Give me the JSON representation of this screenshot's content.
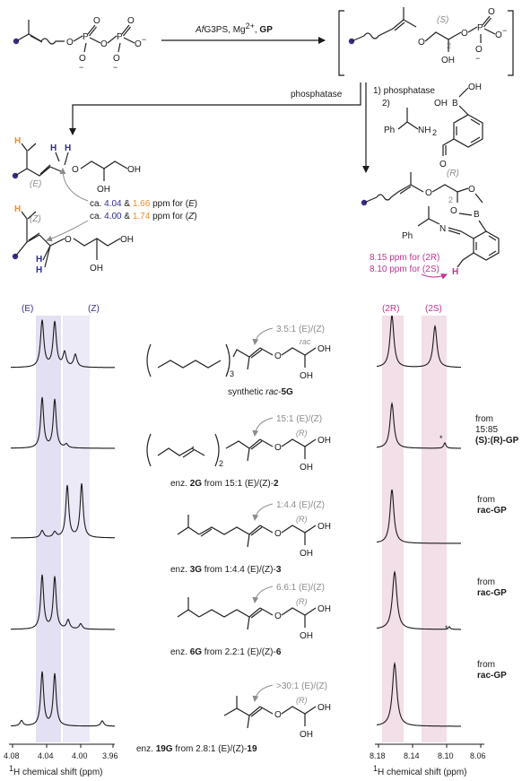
{
  "colors": {
    "text": "#1a1a1a",
    "blue": "#2c2c95",
    "orange": "#ef8e2c",
    "magenta": "#c2358f",
    "gray": "#8c8c8c",
    "lavender_band": "#d9d6ef",
    "pink_band": "#f1dce6",
    "dot": "#3a2c8c"
  },
  "scheme": {
    "reaction1": {
      "enzyme_prefix": "Af",
      "enzyme_suffix": "G3PS, Mg",
      "charge": "2+",
      "comma": ",",
      "cofactor": "GP"
    },
    "intermediate_stereo": "(S)",
    "intermediate_locant": "2",
    "branch_left_label": "phosphatase",
    "branch_right_step1": "1) phosphatase",
    "branch_right_step2": "2)",
    "groups": {
      "O": "O",
      "P": "P",
      "Om": "O",
      "minus": "−",
      "OH": "OH",
      "NH2": "NH",
      "NH2_sub": "2",
      "Ph": "Ph",
      "B": "B",
      "N": "N",
      "H": "H"
    },
    "left_product": {
      "E_label": "(E)",
      "Z_label": "(Z)",
      "line1": {
        "prefix": "ca.",
        "blue_val": "4.04",
        "amp": "&",
        "orange_val": "1.66",
        "suffix_pre": "ppm for (",
        "isomer": "E",
        "suffix_post": ")"
      },
      "line2": {
        "prefix": "ca.",
        "blue_val": "4.00",
        "amp": "&",
        "orange_val": "1.74",
        "suffix_pre": "ppm for (",
        "isomer": "Z",
        "suffix_post": ")"
      }
    },
    "right_product": {
      "stereo": "(R)",
      "locant": "2",
      "line1": "8.15 ppm for (2R)",
      "line2": "8.10 ppm for (2S)"
    }
  },
  "spectra": {
    "left_header": {
      "E": "(E)",
      "Z": "(Z)"
    },
    "right_header": {
      "R": "(2R)",
      "S": "(2S)"
    },
    "left_axis": {
      "ticks": [
        "4.08",
        "4.04",
        "4.00",
        "3.96"
      ],
      "label": "H chemical shift (ppm)",
      "label_sup": "1"
    },
    "right_axis": {
      "ticks": [
        "8.18",
        "8.14",
        "8.10",
        "8.06"
      ],
      "label": "H chemical shift (ppm)",
      "label_sup": "1"
    },
    "rows": [
      {
        "ratio": "3.5:1 (E)/(Z)",
        "stereo": "rac",
        "caption_pre": "synthetic ",
        "caption_it": "rac",
        "caption_dash": "-",
        "caption_bold": "5G",
        "caption_post": "",
        "repeat": "3",
        "from_lines": []
      },
      {
        "ratio": "15:1 (E)/(Z)",
        "stereo": "(R)",
        "caption_pre": "enz. ",
        "caption_it": "",
        "caption_dash": "",
        "caption_bold": "2G",
        "caption_post": " from 15:1 (E)/(Z)-",
        "caption_end": "2",
        "repeat": "2",
        "from_lines": [
          "from",
          "15:85",
          "(S):(R)-GP"
        ],
        "asterisk": "*"
      },
      {
        "ratio": "1:4.4 (E)/(Z)",
        "stereo": "(R)",
        "caption_pre": "enz. ",
        "caption_it": "",
        "caption_dash": "",
        "caption_bold": "3G",
        "caption_post": " from 1:4.4 (E)/(Z)-",
        "caption_end": "3",
        "from_lines": [
          "from",
          "rac-GP"
        ]
      },
      {
        "ratio": "6.6:1 (E)/(Z)",
        "stereo": "(R)",
        "caption_pre": "enz. ",
        "caption_it": "",
        "caption_dash": "",
        "caption_bold": "6G",
        "caption_post": " from 2.2:1 (E)/(Z)-",
        "caption_end": "6",
        "from_lines": [
          "from",
          "rac-GP"
        ],
        "asterisk": "*"
      },
      {
        "ratio": ">30:1 (E)/(Z)",
        "stereo": "(R)",
        "caption_pre": "enz. ",
        "caption_it": "",
        "caption_dash": "",
        "caption_bold": "19G",
        "caption_post": " from 2.8:1 (E)/(Z)-",
        "caption_end": "19",
        "from_lines": [
          "from",
          "rac-GP"
        ]
      }
    ]
  }
}
